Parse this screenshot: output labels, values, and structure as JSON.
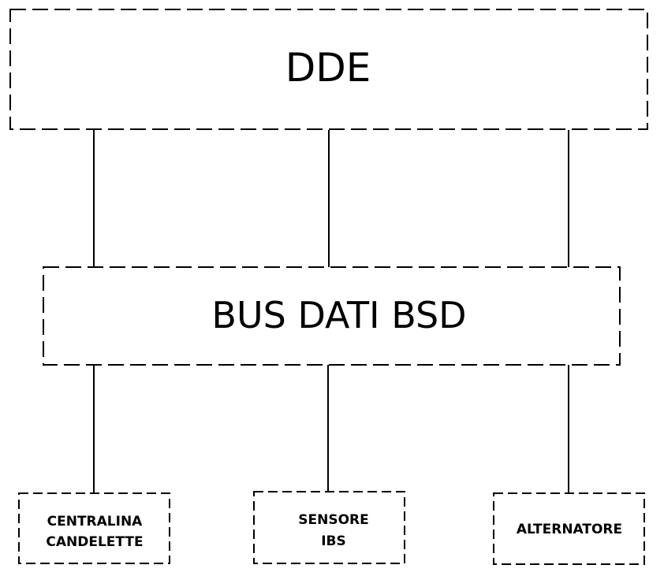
{
  "nodes": {
    "dde": {
      "label": "DDE"
    },
    "bus": {
      "label": "BUS DATI BSD"
    },
    "centralina": {
      "line1": "CENTRALINA",
      "line2": "CANDELETTE"
    },
    "sensore": {
      "line1": "SENSORE",
      "line2": "IBS"
    },
    "alternatore": {
      "label": "ALTERNATORE"
    }
  },
  "edges": [
    {
      "from": "dde",
      "to": "bus"
    },
    {
      "from": "dde",
      "to": "bus"
    },
    {
      "from": "dde",
      "to": "bus"
    },
    {
      "from": "bus",
      "to": "centralina"
    },
    {
      "from": "bus",
      "to": "sensore"
    },
    {
      "from": "bus",
      "to": "alternatore"
    }
  ],
  "colors": {
    "stroke": "#000000",
    "background": "#ffffff"
  }
}
